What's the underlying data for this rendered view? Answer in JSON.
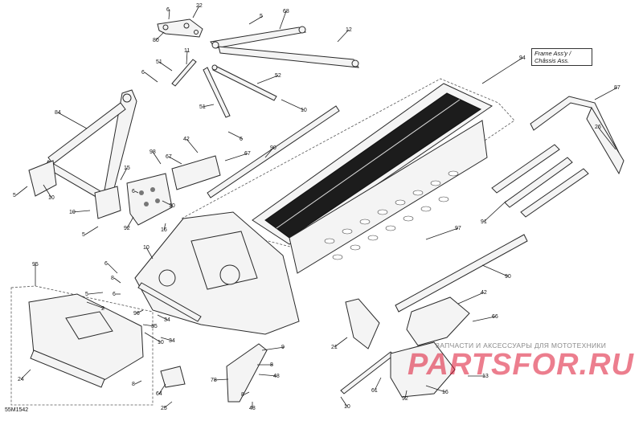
{
  "diagram": {
    "frame_title_line1": "Frame Ass'y /",
    "frame_title_line2": "Châssis Ass.",
    "code": "55M1542",
    "watermark": {
      "slogan": "ЗАПЧАСТИ И АКСЕССУАРЫ ДЛЯ МОТОТЕХНИКИ",
      "logo": "PARTSFOR.RU"
    },
    "callouts": [
      {
        "id": "c22a",
        "text": "22"
      },
      {
        "id": "c68a",
        "text": "68"
      },
      {
        "id": "c5a",
        "text": "5"
      },
      {
        "id": "c6a",
        "text": "6"
      },
      {
        "id": "c80",
        "text": "80"
      },
      {
        "id": "c12",
        "text": "12"
      },
      {
        "id": "c51a",
        "text": "51"
      },
      {
        "id": "c11",
        "text": "11"
      },
      {
        "id": "c6b",
        "text": "6"
      },
      {
        "id": "c52",
        "text": "52"
      },
      {
        "id": "c10a",
        "text": "10"
      },
      {
        "id": "c51b",
        "text": "51"
      },
      {
        "id": "c94",
        "text": "94"
      },
      {
        "id": "c87",
        "text": "87"
      },
      {
        "id": "c84",
        "text": "84"
      },
      {
        "id": "c26",
        "text": "26"
      },
      {
        "id": "c6c",
        "text": "6"
      },
      {
        "id": "c10b",
        "text": "10"
      },
      {
        "id": "c42a",
        "text": "42"
      },
      {
        "id": "c98",
        "text": "98"
      },
      {
        "id": "c67a",
        "text": "67"
      },
      {
        "id": "c67b",
        "text": "67"
      },
      {
        "id": "c90a",
        "text": "90"
      },
      {
        "id": "c15",
        "text": "15"
      },
      {
        "id": "c5b",
        "text": "5"
      },
      {
        "id": "c10c",
        "text": "10"
      },
      {
        "id": "c6d",
        "text": "6"
      },
      {
        "id": "c10d",
        "text": "10"
      },
      {
        "id": "c92a",
        "text": "92"
      },
      {
        "id": "c16a",
        "text": "16"
      },
      {
        "id": "c5c",
        "text": "5"
      },
      {
        "id": "c91",
        "text": "91"
      },
      {
        "id": "c97",
        "text": "97"
      },
      {
        "id": "c10e",
        "text": "10"
      },
      {
        "id": "c90b",
        "text": "90"
      },
      {
        "id": "c95",
        "text": "95"
      },
      {
        "id": "c6e",
        "text": "6"
      },
      {
        "id": "c8a",
        "text": "8"
      },
      {
        "id": "c5d",
        "text": "5"
      },
      {
        "id": "c2",
        "text": "2"
      },
      {
        "id": "c6f",
        "text": "6"
      },
      {
        "id": "c96",
        "text": "96"
      },
      {
        "id": "c34a",
        "text": "34"
      },
      {
        "id": "c35",
        "text": "35"
      },
      {
        "id": "c34b",
        "text": "34"
      },
      {
        "id": "c42b",
        "text": "42"
      },
      {
        "id": "c66",
        "text": "66"
      },
      {
        "id": "c10f",
        "text": "10"
      },
      {
        "id": "c9",
        "text": "9"
      },
      {
        "id": "c21",
        "text": "21"
      },
      {
        "id": "c24",
        "text": "24"
      },
      {
        "id": "c8b",
        "text": "8"
      },
      {
        "id": "c48a",
        "text": "48"
      },
      {
        "id": "c78",
        "text": "78"
      },
      {
        "id": "c64",
        "text": "64"
      },
      {
        "id": "c25",
        "text": "25"
      },
      {
        "id": "c8c",
        "text": "8"
      },
      {
        "id": "c48b",
        "text": "48"
      },
      {
        "id": "c10g",
        "text": "10"
      },
      {
        "id": "c61",
        "text": "61"
      },
      {
        "id": "c13",
        "text": "13"
      },
      {
        "id": "c16b",
        "text": "16"
      },
      {
        "id": "c92b",
        "text": "92"
      },
      {
        "id": "c8d",
        "text": "8"
      }
    ]
  }
}
